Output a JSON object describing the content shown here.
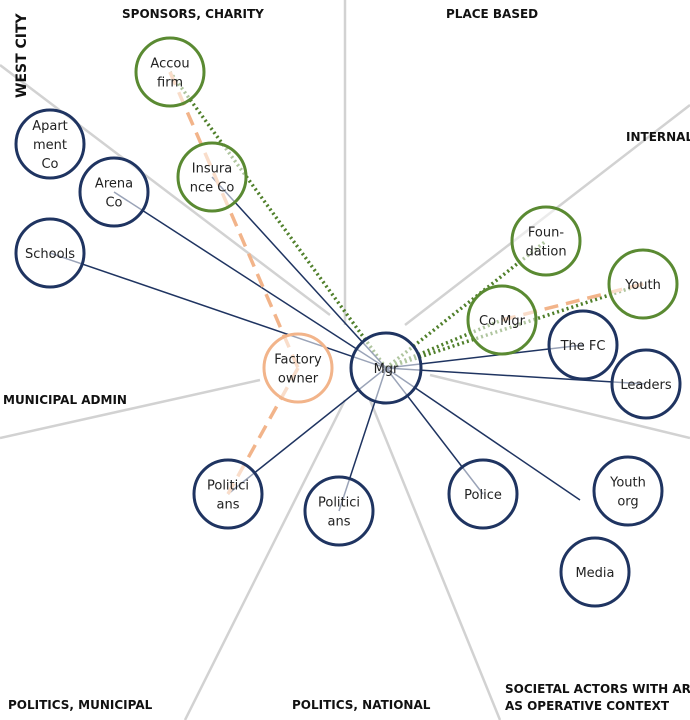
{
  "diagram": {
    "sector_labels": {
      "sponsors": "SPONSORS, CHARITY",
      "place": "PLACE BASED",
      "internal": "INTERNAL",
      "west_city": "WEST CITY",
      "municipal_admin": "MUNICIPAL ADMIN",
      "politics_municipal": "POLITICS, MUNICIPAL",
      "politics_national": "POLITICS, NATIONAL",
      "societal_1": "SOCIETAL ACTORS WITH AREA",
      "societal_2": "AS OPERATIVE CONTEXT"
    },
    "nodes": {
      "mgr": {
        "label": [
          "Mgr"
        ],
        "type": "center"
      },
      "accou": {
        "label": [
          "Accou",
          "firm"
        ],
        "type": "green"
      },
      "insurance": {
        "label": [
          "Insura",
          "nce Co"
        ],
        "type": "green"
      },
      "apartment": {
        "label": [
          "Apart",
          "ment",
          "Co"
        ],
        "type": "navy"
      },
      "arena": {
        "label": [
          "Arena",
          "Co"
        ],
        "type": "navy"
      },
      "schools": {
        "label": [
          "Schools"
        ],
        "type": "navy"
      },
      "foundation": {
        "label": [
          "Foun-",
          "dation"
        ],
        "type": "green"
      },
      "youth": {
        "label": [
          "Youth"
        ],
        "type": "green"
      },
      "comgr": {
        "label": [
          "Co Mgr"
        ],
        "type": "green"
      },
      "thefc": {
        "label": [
          "The FC"
        ],
        "type": "navy"
      },
      "leaders": {
        "label": [
          "Leaders"
        ],
        "type": "navy"
      },
      "factory": {
        "label": [
          "Factory",
          "owner"
        ],
        "type": "orange"
      },
      "pol_mun": {
        "label": [
          "Politici",
          "ans"
        ],
        "type": "navy"
      },
      "pol_nat": {
        "label": [
          "Politici",
          "ans"
        ],
        "type": "navy"
      },
      "police": {
        "label": [
          "Police"
        ],
        "type": "navy"
      },
      "youth_org": {
        "label": [
          "Youth",
          "org"
        ],
        "type": "navy"
      },
      "media": {
        "label": [
          "Media"
        ],
        "type": "navy"
      }
    },
    "edges": [
      {
        "from": "mgr",
        "to": "accou",
        "style": "dotted-green"
      },
      {
        "from": "mgr",
        "to": "foundation",
        "style": "dotted-green"
      },
      {
        "from": "mgr",
        "to": "youth",
        "style": "dotted-green"
      },
      {
        "from": "mgr",
        "to": "comgr",
        "style": "dotted-green"
      },
      {
        "from": "mgr",
        "to": "insurance",
        "style": "solid-navy"
      },
      {
        "from": "mgr",
        "to": "arena",
        "style": "solid-navy"
      },
      {
        "from": "mgr",
        "to": "schools",
        "style": "solid-navy"
      },
      {
        "from": "mgr",
        "to": "thefc",
        "style": "solid-navy"
      },
      {
        "from": "mgr",
        "to": "leaders",
        "style": "solid-navy"
      },
      {
        "from": "mgr",
        "to": "pol_mun",
        "style": "solid-navy"
      },
      {
        "from": "mgr",
        "to": "pol_nat",
        "style": "solid-navy"
      },
      {
        "from": "mgr",
        "to": "police",
        "style": "solid-navy"
      },
      {
        "from": "mgr",
        "to": "youth_org",
        "style": "solid-navy"
      },
      {
        "from": "accou",
        "to": "factory",
        "style": "dashed-orange"
      },
      {
        "from": "factory",
        "to": "pol_mun",
        "style": "dashed-orange"
      },
      {
        "from": "comgr",
        "to": "youth",
        "style": "dashed-orange"
      }
    ],
    "colors": {
      "navy": "#1f3461",
      "green": "#5a8a32",
      "orange": "#f2b48a",
      "divider": "#d2d2d2",
      "dotted_green": "#4f7f2a"
    }
  }
}
